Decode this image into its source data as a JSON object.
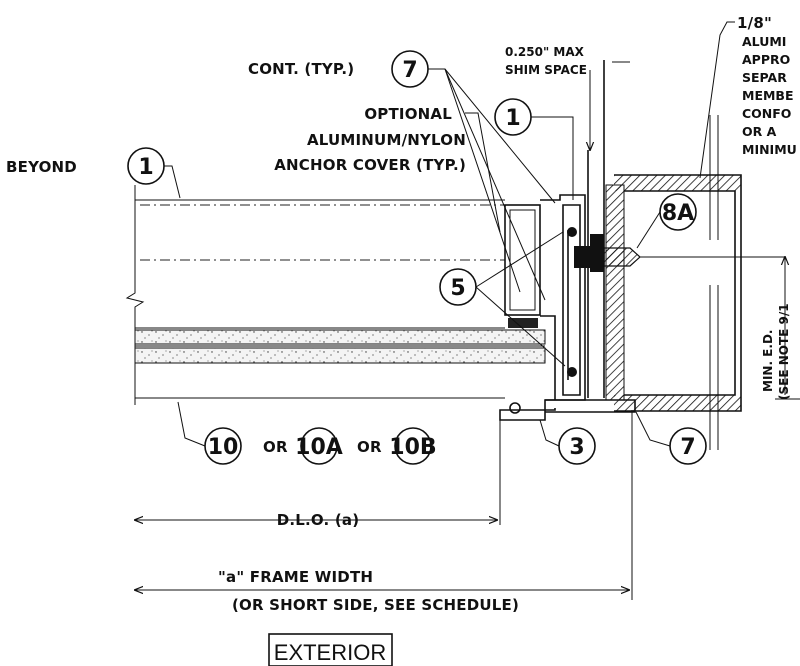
{
  "labels": {
    "cont_typ": "CONT. (TYP.)",
    "shim_line1": "0.250\" MAX",
    "shim_line2": "SHIM SPACE",
    "beyond": "BEYOND",
    "optional_1": "OPTIONAL",
    "optional_2": "ALUMINUM/NYLON",
    "optional_3": "ANCHOR COVER (TYP.)",
    "note_lines": [
      "1/8\"",
      "ALUMI",
      "APPRO",
      "SEPAR",
      "MEMBE",
      "CONFO",
      "OR  A",
      "MINIMU"
    ],
    "min_ed_1": "MIN. E.D.",
    "min_ed_2": "(SEE NOTE 9/1",
    "or_1": "OR",
    "or_2": "OR",
    "dlo": "D.L.O. (a)",
    "frame_width_1": "\"a\" FRAME WIDTH",
    "frame_width_2": "(OR SHORT SIDE, SEE SCHEDULE)",
    "exterior": "EXTERIOR"
  },
  "bubbles": {
    "b7_top": "7",
    "b1_left": "1",
    "b1_mid": "1",
    "b8a": "8A",
    "b5": "5",
    "b10": "10",
    "b10a": "10A",
    "b10b": "10B",
    "b3": "3",
    "b7_bottom": "7"
  }
}
